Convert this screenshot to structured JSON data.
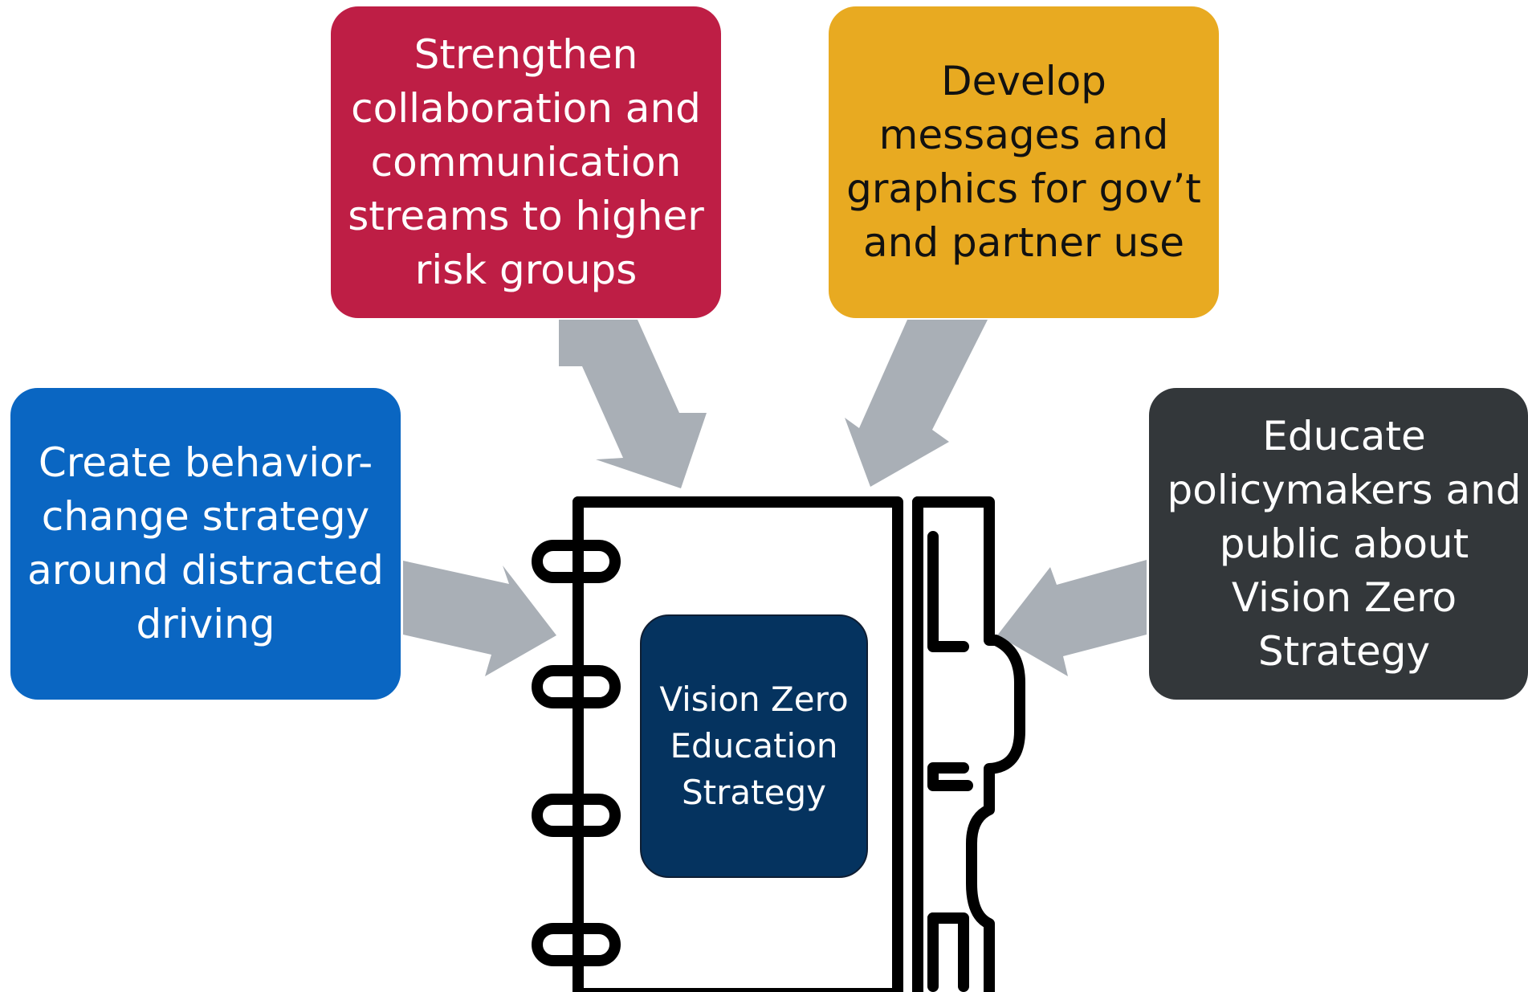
{
  "diagram": {
    "boxes": {
      "collaboration": {
        "text": "Strengthen collaboration and communication streams to higher risk groups",
        "fill": "#BE1E45",
        "text_color": "#FFFFFF"
      },
      "messages": {
        "text": "Develop messages and graphics for gov’t and partner use",
        "fill": "#E8AA21",
        "text_color": "#111111"
      },
      "behavior": {
        "text": "Create behavior-change strategy around distracted driving",
        "fill": "#0A66C2",
        "text_color": "#FFFFFF"
      },
      "educate": {
        "text": "Educate policymakers and public about Vision Zero Strategy",
        "fill": "#33373A",
        "text_color": "#FFFFFF"
      }
    },
    "center": {
      "text": "Vision Zero Education Strategy",
      "fill": "#05335F",
      "text_color": "#FFFFFF"
    },
    "arrow_color": "#A9AFB6",
    "icon": "notebook-icon"
  }
}
